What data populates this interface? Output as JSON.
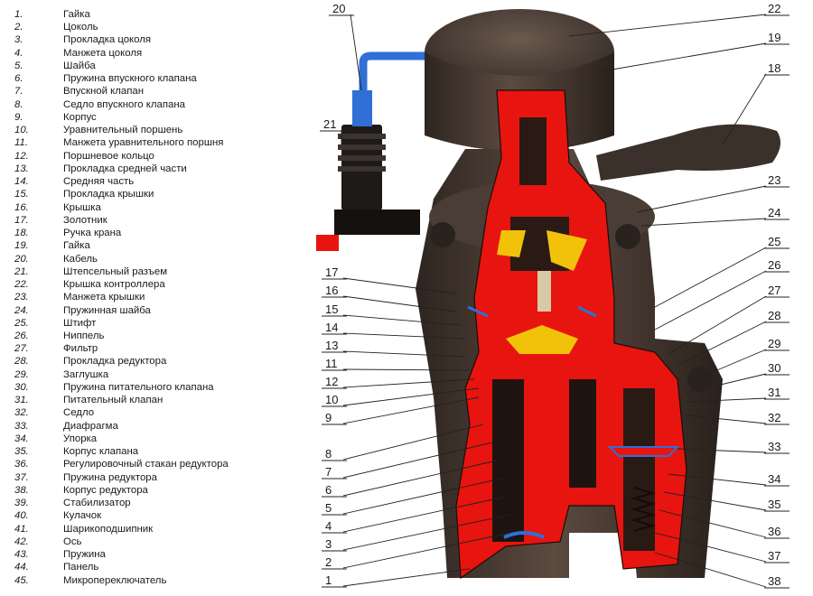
{
  "legend": {
    "items": [
      {
        "num": "1.",
        "name": "Гайка"
      },
      {
        "num": "2.",
        "name": "Цоколь"
      },
      {
        "num": "3.",
        "name": "Прокладка цоколя"
      },
      {
        "num": "4.",
        "name": "Манжета цоколя"
      },
      {
        "num": "5.",
        "name": "Шайба"
      },
      {
        "num": "6.",
        "name": "Пружина впускного клапана"
      },
      {
        "num": "7.",
        "name": "Впускной клапан"
      },
      {
        "num": "8.",
        "name": "Седло впускного клапана"
      },
      {
        "num": "9.",
        "name": "Корпус"
      },
      {
        "num": "10.",
        "name": "Уравнительный поршень"
      },
      {
        "num": "11.",
        "name": "Манжета уравнительного поршня"
      },
      {
        "num": "12.",
        "name": "Поршневое кольцо"
      },
      {
        "num": "13.",
        "name": "Прокладка средней части"
      },
      {
        "num": "14.",
        "name": "Средняя часть"
      },
      {
        "num": "15.",
        "name": "Прокладка крышки"
      },
      {
        "num": "16.",
        "name": "Крышка"
      },
      {
        "num": "17.",
        "name": "Золотник"
      },
      {
        "num": "18.",
        "name": "Ручка крана"
      },
      {
        "num": "19.",
        "name": "Гайка"
      },
      {
        "num": "20.",
        "name": "Кабель"
      },
      {
        "num": "21.",
        "name": "Штепсельный разъем"
      },
      {
        "num": "22.",
        "name": "Крышка контроллера"
      },
      {
        "num": "23.",
        "name": "Манжета крышки"
      },
      {
        "num": "24.",
        "name": "Пружинная шайба"
      },
      {
        "num": "25.",
        "name": "Штифт"
      },
      {
        "num": "26.",
        "name": "Ниппель"
      },
      {
        "num": "27.",
        "name": "Фильтр"
      },
      {
        "num": "28.",
        "name": "Прокладка редуктора"
      },
      {
        "num": "29.",
        "name": "Заглушка"
      },
      {
        "num": "30.",
        "name": "Пружина питательного клапана"
      },
      {
        "num": "31.",
        "name": "Питательный клапан"
      },
      {
        "num": "32.",
        "name": "Седло"
      },
      {
        "num": "33.",
        "name": "Диафрагма"
      },
      {
        "num": "34.",
        "name": "Упорка"
      },
      {
        "num": "35.",
        "name": "Корпус клапана"
      },
      {
        "num": "36.",
        "name": "Регулировочный стакан редуктора"
      },
      {
        "num": "37.",
        "name": "Пружина редуктора"
      },
      {
        "num": "38.",
        "name": "Корпус редуктора"
      },
      {
        "num": "39.",
        "name": "Стабилизатор"
      },
      {
        "num": "40.",
        "name": "Кулачок"
      },
      {
        "num": "41.",
        "name": "Шарикоподшипник"
      },
      {
        "num": "42.",
        "name": "Ось"
      },
      {
        "num": "43.",
        "name": "Пружина"
      },
      {
        "num": "44.",
        "name": "Панель"
      },
      {
        "num": "45.",
        "name": "Микропереключатель"
      }
    ]
  },
  "callouts": {
    "left": [
      "20",
      "21",
      "17",
      "16",
      "15",
      "14",
      "13",
      "11",
      "12",
      "10",
      "9",
      "8",
      "7",
      "6",
      "5",
      "4",
      "3",
      "2",
      "1"
    ],
    "right": [
      "22",
      "19",
      "18",
      "23",
      "24",
      "25",
      "26",
      "27",
      "28",
      "29",
      "30",
      "31",
      "32",
      "33",
      "34",
      "35",
      "36",
      "37",
      "38"
    ]
  },
  "colors": {
    "section_red": "#e8140f",
    "body_dark": "#3e322c",
    "body_mid": "#5a4a40",
    "cable_blue": "#2f6fd6",
    "insert_yellow": "#f2c20a",
    "outline": "#1a0c08"
  }
}
